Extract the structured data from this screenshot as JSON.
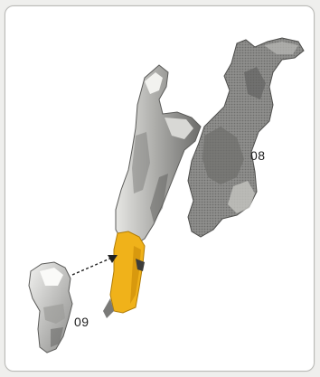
{
  "labels": {
    "part_08": "08",
    "part_09": "09"
  },
  "colors": {
    "highlight": "#f0b21a",
    "model_gray": "#8d8d8b",
    "model_dark": "#5b5b59",
    "model_light": "#c9c9c6",
    "card_border": "#b9b9b6"
  },
  "icons": {
    "arrow": "dashed-assembly-arrow"
  }
}
